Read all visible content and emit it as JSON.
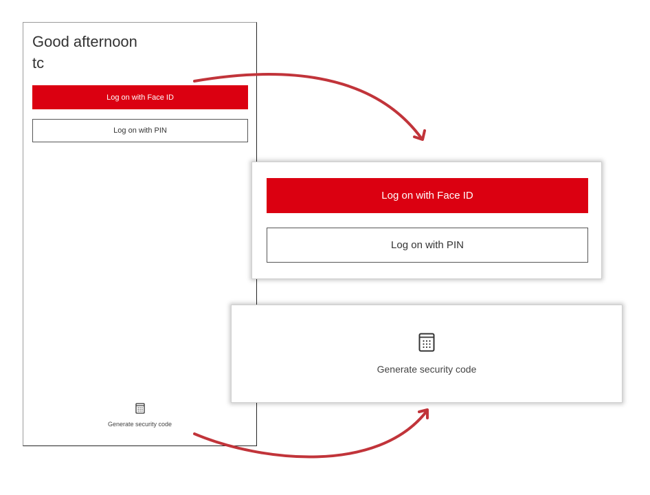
{
  "login_screen": {
    "greeting": "Good afternoon",
    "username": "tc",
    "face_id_button": "Log on with Face ID",
    "pin_button": "Log on with PIN",
    "security_code": {
      "icon": "calculator-icon",
      "label": "Generate security code"
    }
  },
  "callouts": {
    "login_buttons": {
      "face_id_button": "Log on with Face ID",
      "pin_button": "Log on with PIN"
    },
    "security_code": {
      "icon": "calculator-icon",
      "label": "Generate security code"
    }
  },
  "colors": {
    "brand_red": "#db0011",
    "arrow_red": "#c1343a",
    "text": "#333333"
  }
}
